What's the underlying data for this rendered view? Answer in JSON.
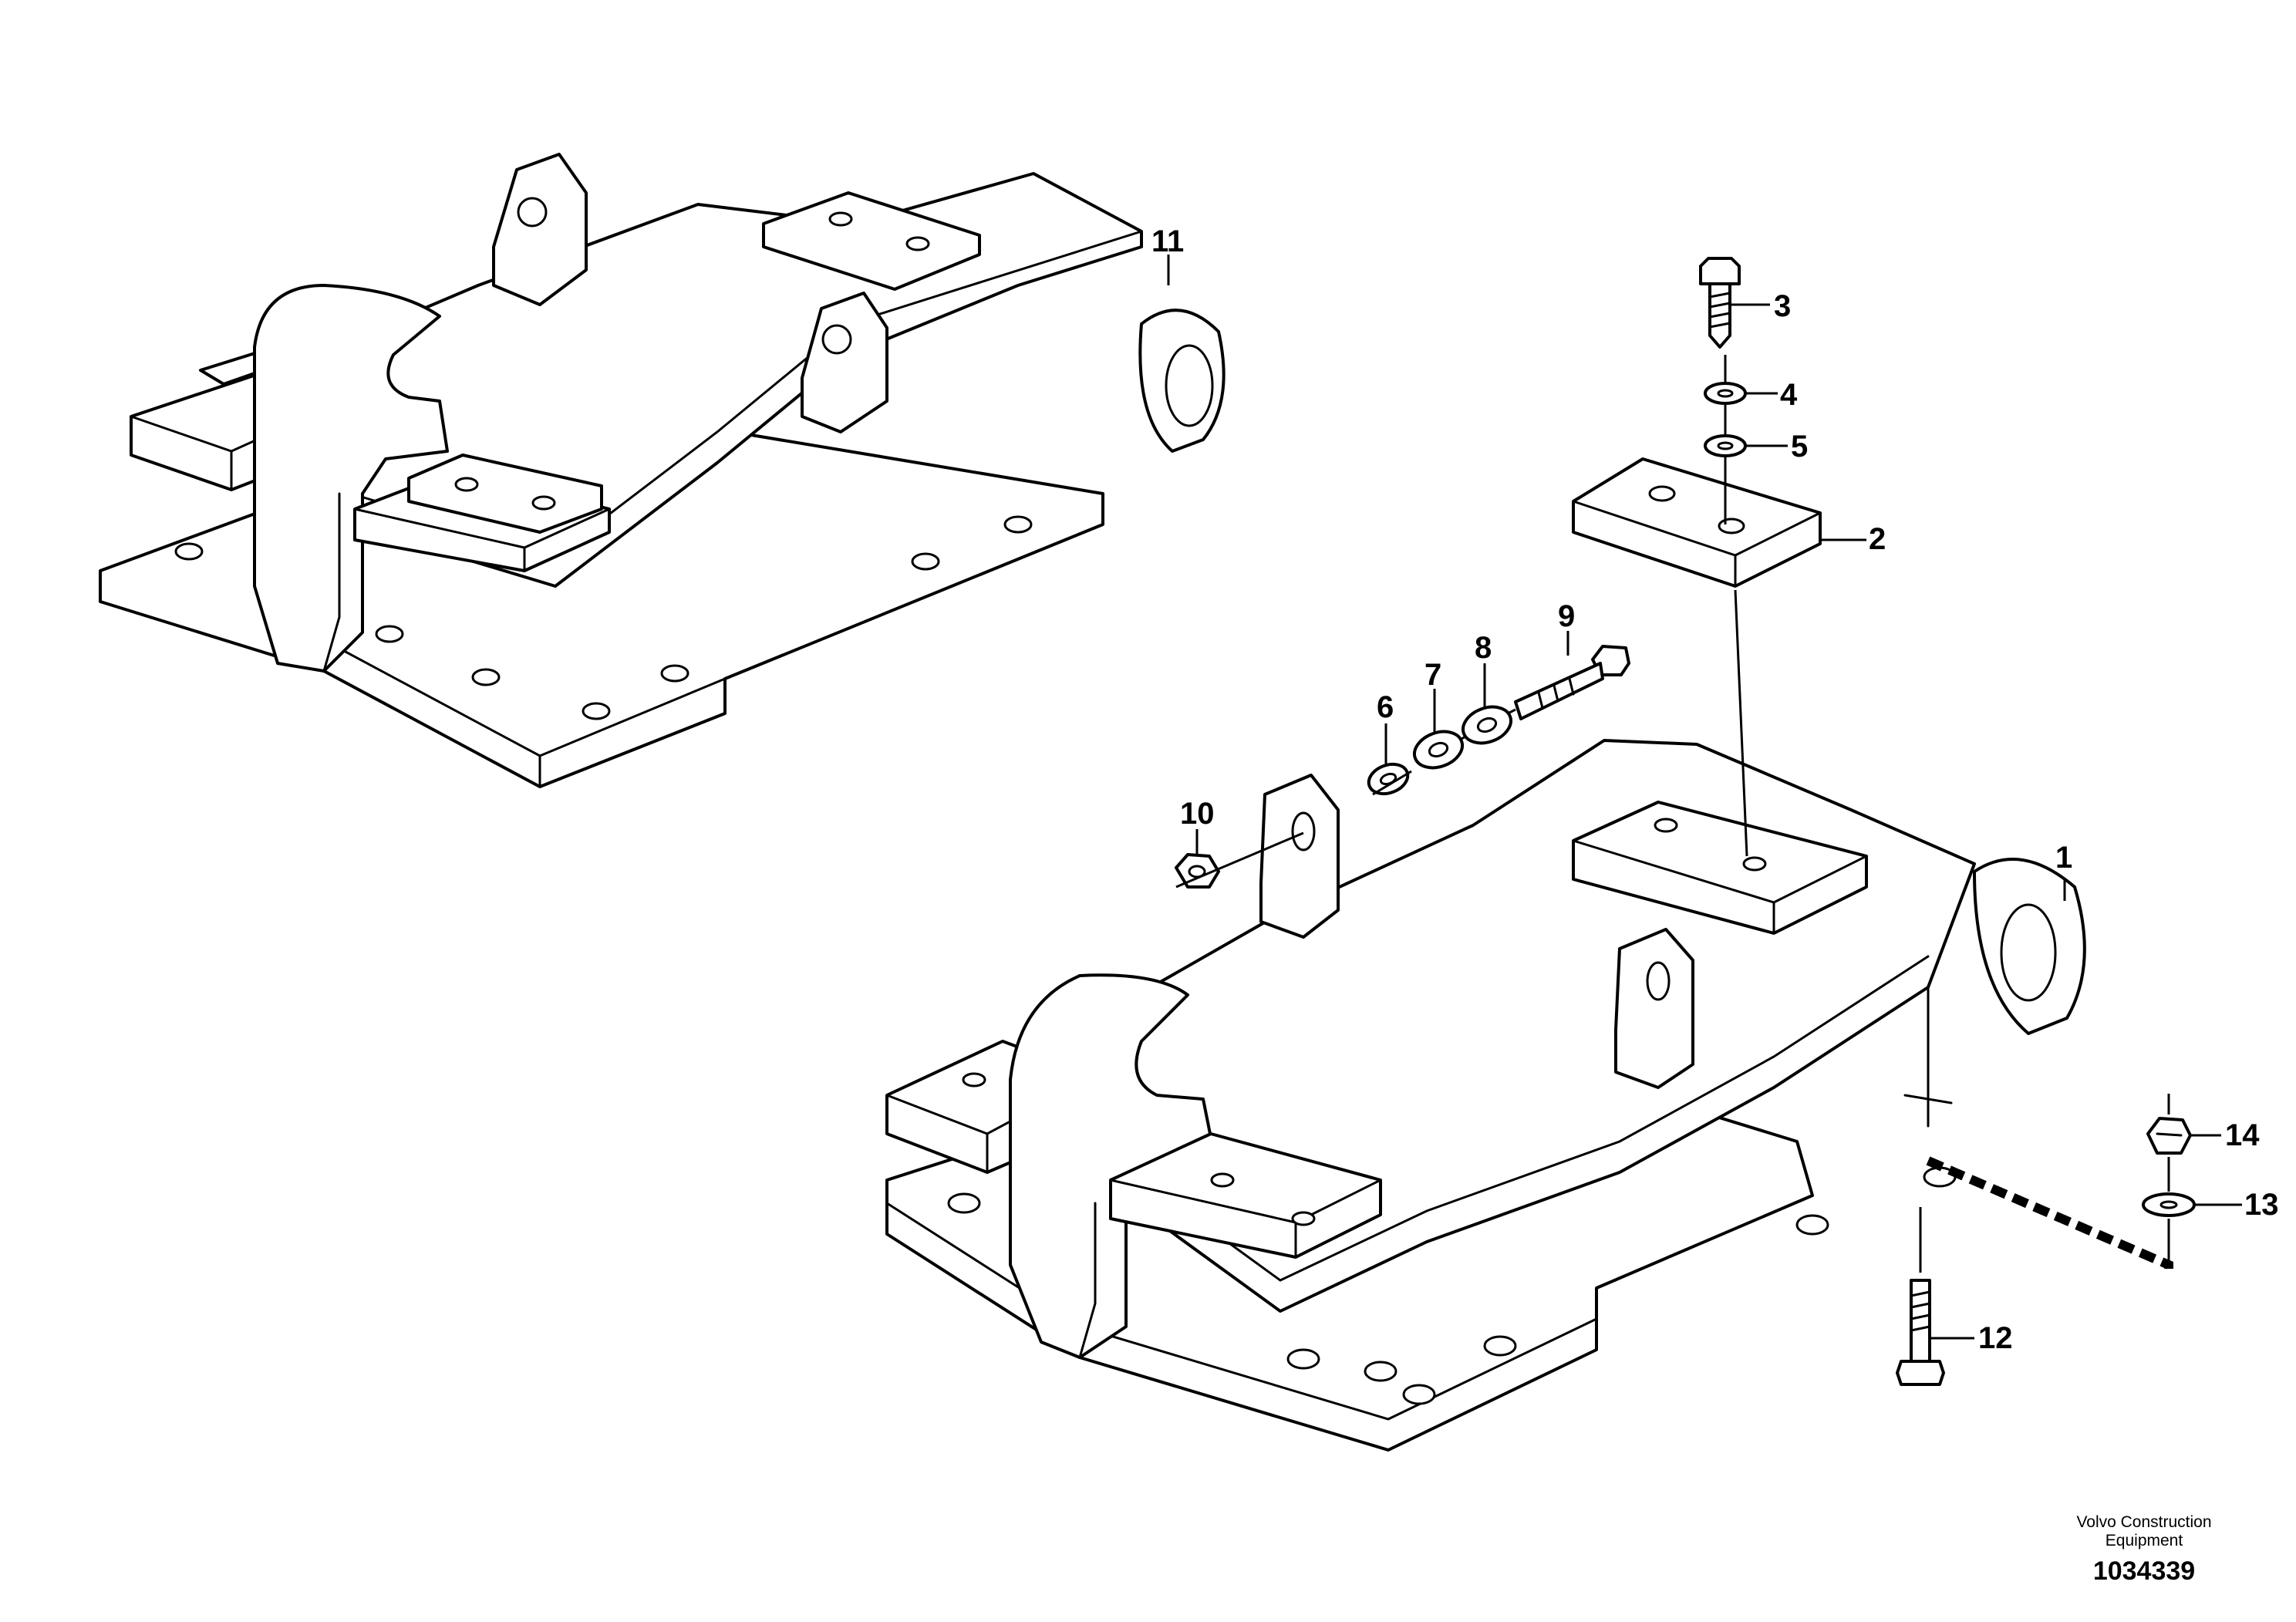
{
  "callouts": {
    "c1": "1",
    "c2": "2",
    "c3": "3",
    "c4": "4",
    "c5": "5",
    "c6": "6",
    "c7": "7",
    "c8": "8",
    "c9": "9",
    "c10": "10",
    "c11": "11",
    "c12": "12",
    "c13": "13",
    "c14": "14"
  },
  "footer": {
    "brand_line1": "Volvo Construction",
    "brand_line2": "Equipment",
    "doc_number": "1034339"
  }
}
